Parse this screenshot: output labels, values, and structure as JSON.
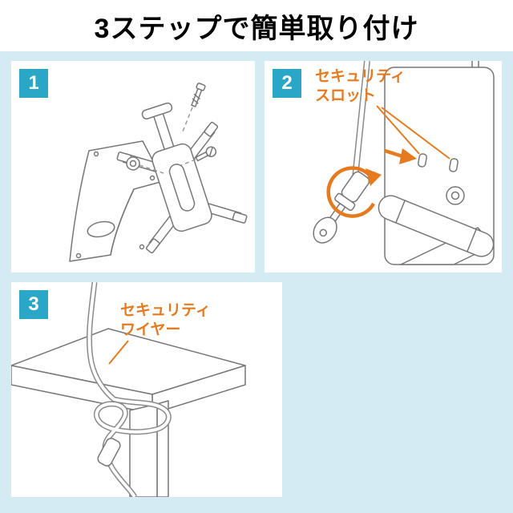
{
  "page": {
    "title": "3ステップで簡単取り付け"
  },
  "steps": {
    "step1": {
      "number": "1"
    },
    "step2": {
      "number": "2",
      "label": {
        "line1": "セキュリティ",
        "line2": "スロット"
      }
    },
    "step3": {
      "number": "3",
      "label": {
        "line1": "セキュリティ",
        "line2": "ワイヤー"
      }
    }
  },
  "colors": {
    "background_blue": "#d5ebf3",
    "panel_white": "#ffffff",
    "badge_teal": "#2aa7c7",
    "accent_orange": "#e87a1e",
    "line_gray": "#777777",
    "title_black": "#000000"
  }
}
